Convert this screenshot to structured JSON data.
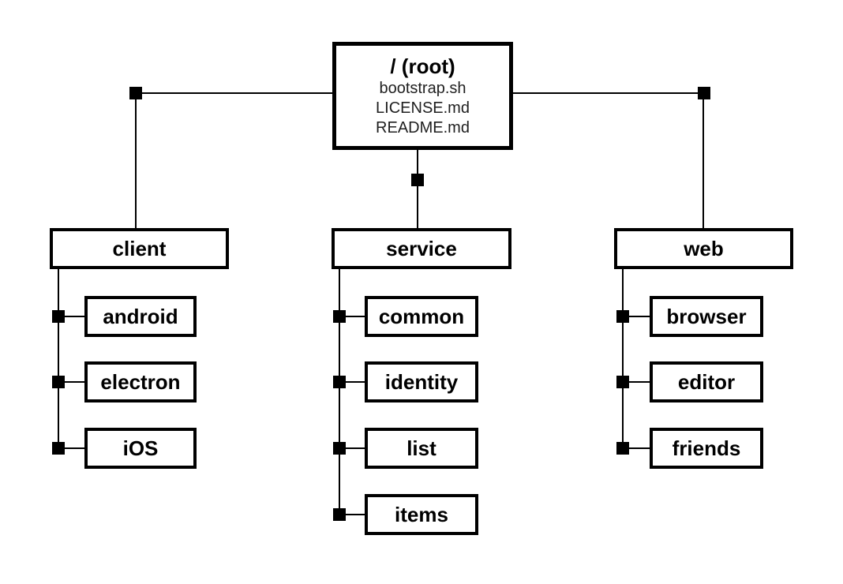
{
  "diagram": {
    "type": "directory-tree",
    "colors": {
      "background": "#ffffff",
      "line": "#000000",
      "box_border": "#000000",
      "label_text": "#000000",
      "file_text": "#1f1f1f"
    },
    "tree": {
      "root": {
        "label": "/ (root)",
        "files": [
          "bootstrap.sh",
          "LICENSE.md",
          "README.md"
        ]
      },
      "branches": [
        {
          "label": "client",
          "children": [
            "android",
            "electron",
            "iOS"
          ]
        },
        {
          "label": "service",
          "children": [
            "common",
            "identity",
            "list",
            "items"
          ]
        },
        {
          "label": "web",
          "children": [
            "browser",
            "editor",
            "friends"
          ]
        }
      ]
    }
  }
}
